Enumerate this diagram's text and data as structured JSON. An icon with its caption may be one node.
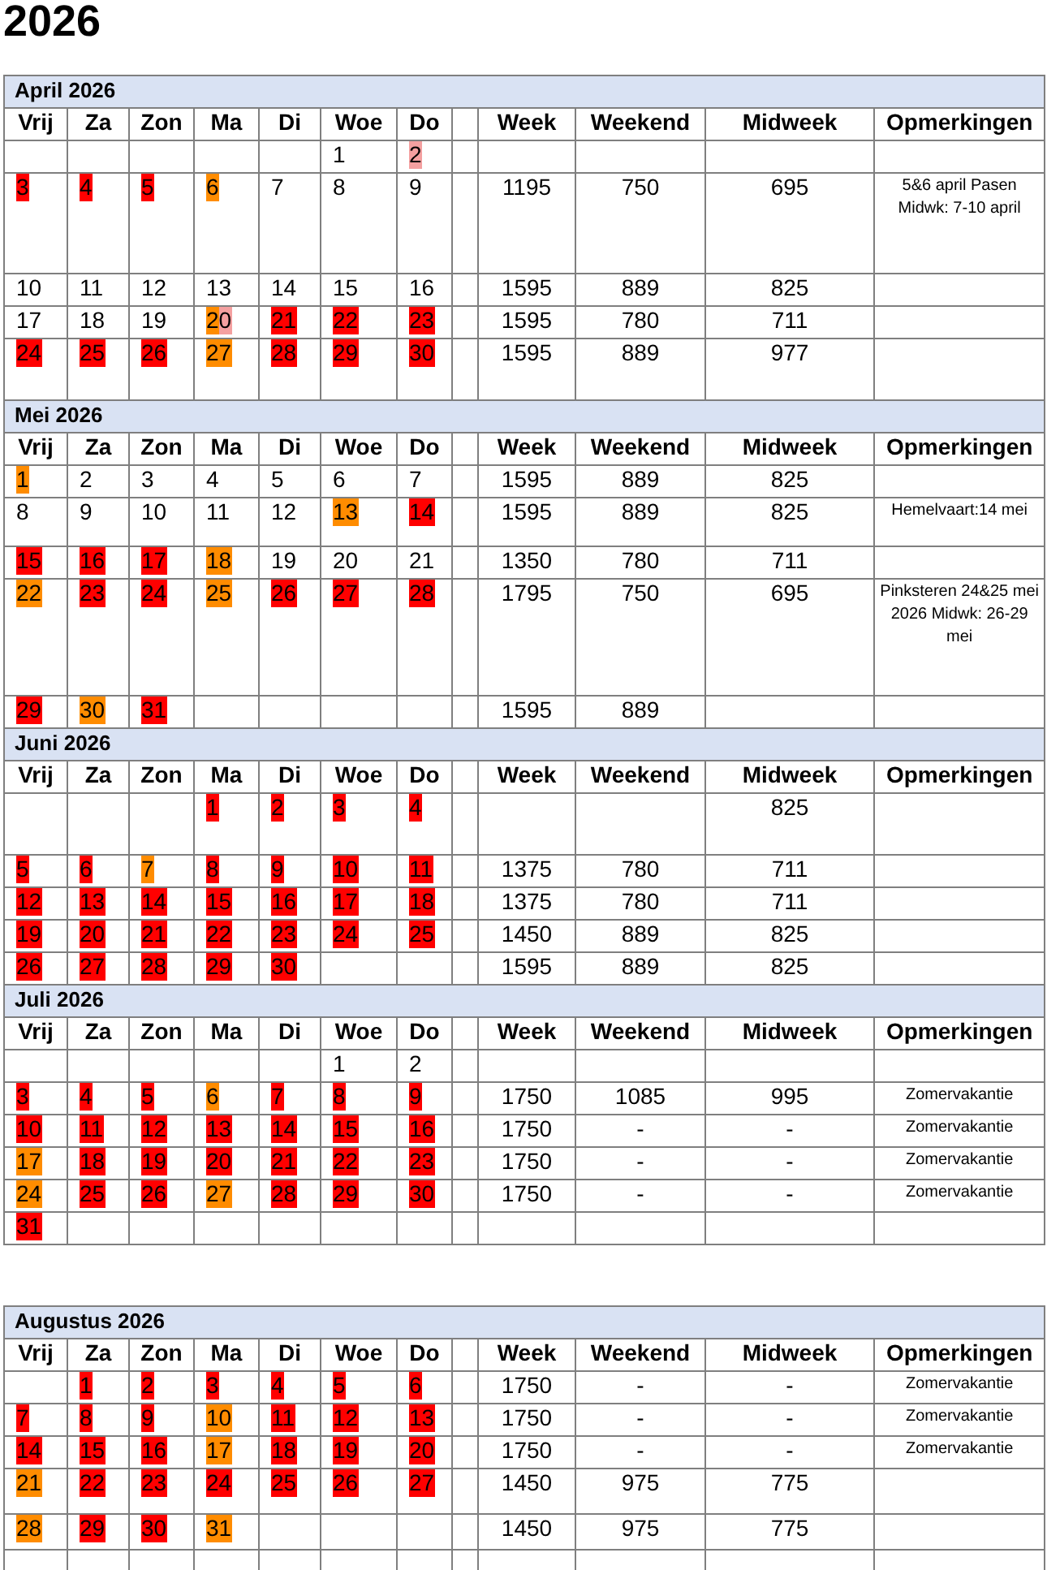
{
  "diagram": {
    "title": "2026",
    "labels": [
      "April 2026",
      "Vrij",
      "Za",
      "Zon",
      "Ma",
      "Di",
      "Woe",
      "Do",
      "Week",
      "Weekend",
      "Midweek",
      "Opmerkingen",
      "1",
      "2",
      "3",
      "4",
      "5",
      "6",
      "7",
      "8",
      "9",
      "1195",
      "750",
      "695",
      "5&6 april Pasen Midwk: 7-10 april",
      "10",
      "11",
      "12",
      "13",
      "14",
      "15",
      "16",
      "1595",
      "889",
      "825",
      "17",
      "18",
      "19",
      "20",
      "21",
      "22",
      "23",
      "1595",
      "780",
      "711",
      "24",
      "25",
      "26",
      "27",
      "28",
      "29",
      "30",
      "1595",
      "889",
      "977",
      "Mei 2026",
      "Vrij",
      "Za",
      "Zon",
      "Ma",
      "Di",
      "Woe",
      "Do",
      "Week",
      "Weekend",
      "Midweek",
      "Opmerkingen",
      "1",
      "2",
      "3",
      "4",
      "5",
      "6",
      "7",
      "1595",
      "889",
      "825",
      "8",
      "9",
      "10",
      "11",
      "12",
      "13",
      "14",
      "1595",
      "889",
      "825",
      "Hemelvaart:14 mei",
      "15",
      "16",
      "17",
      "18",
      "19",
      "20",
      "21",
      "1350",
      "780",
      "711",
      "22",
      "23",
      "24",
      "25",
      "26",
      "27",
      "28",
      "1795",
      "750",
      "695",
      "Pinksteren 24&25 mei 2026 Midwk: 26-29 mei",
      "29",
      "30",
      "31",
      "1595",
      "889",
      "Juni 2026",
      "Vrij",
      "Za",
      "Zon",
      "Ma",
      "Di",
      "Woe",
      "Do",
      "Week",
      "Weekend",
      "Midweek",
      "Opmerkingen",
      "1",
      "2",
      "3",
      "4",
      "825",
      "5",
      "6",
      "7",
      "8",
      "9",
      "10",
      "11",
      "1375",
      "780",
      "711",
      "12",
      "13",
      "14",
      "15",
      "16",
      "17",
      "18",
      "1375",
      "780",
      "711",
      "19",
      "20",
      "21",
      "22",
      "23",
      "24",
      "25",
      "1450",
      "889",
      "825",
      "26",
      "27",
      "28",
      "29",
      "30",
      "1595",
      "889",
      "825",
      "Juli 2026",
      "Vrij",
      "Za",
      "Zon",
      "Ma",
      "Di",
      "Woe",
      "Do",
      "Week",
      "Weekend",
      "Midweek",
      "Opmerkingen",
      "1",
      "2",
      "3",
      "4",
      "5",
      "6",
      "7",
      "8",
      "9",
      "1750",
      "1085",
      "995",
      "Zomervakantie",
      "10",
      "11",
      "12",
      "13",
      "14",
      "15",
      "16",
      "1750",
      "-",
      "-",
      "Zomervakantie",
      "17",
      "18",
      "19",
      "20",
      "21",
      "22",
      "23",
      "1750",
      "-",
      "-",
      "Zomervakantie",
      "24",
      "25",
      "26",
      "27",
      "28",
      "29",
      "30",
      "1750",
      "-",
      "-",
      "Zomervakantie",
      "31",
      "Augustus 2026",
      "Vrij",
      "Za",
      "Zon",
      "Ma",
      "Di",
      "Woe",
      "Do",
      "Week",
      "Weekend",
      "Midweek",
      "Opmerkingen",
      "1",
      "2",
      "3",
      "4",
      "5",
      "6",
      "1750",
      "-",
      "-",
      "Zomervakantie",
      "7",
      "8",
      "9",
      "10",
      "11",
      "12",
      "13",
      "1750",
      "-",
      "-",
      "Zomervakantie",
      "14",
      "15",
      "16",
      "17",
      "18",
      "19",
      "20",
      "1750",
      "-",
      "-",
      "Zomervakantie",
      "21",
      "22",
      "23",
      "24",
      "25",
      "26",
      "27",
      "1450",
      "975",
      "775",
      "28",
      "29",
      "30",
      "31",
      "1450",
      "975",
      "775"
    ]
  }
}
